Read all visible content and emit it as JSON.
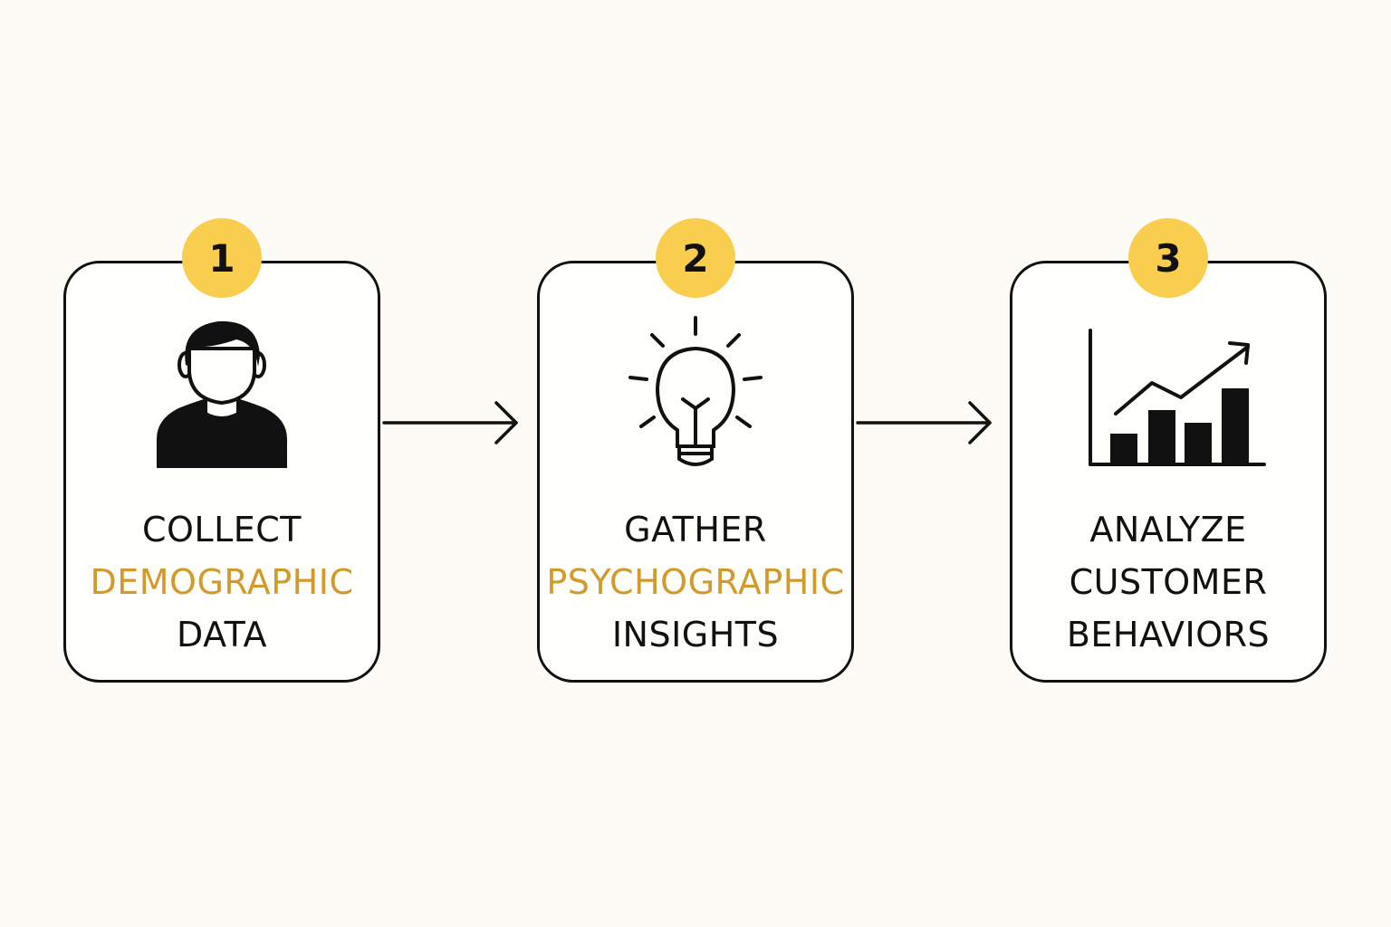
{
  "steps": [
    {
      "number": "1",
      "icon": "person-icon",
      "lines": [
        "COLLECT",
        "DEMOGRAPHIC",
        "DATA"
      ]
    },
    {
      "number": "2",
      "icon": "lightbulb-icon",
      "lines": [
        "GATHER",
        "PSYCHOGRAPHIC",
        "INSIGHTS"
      ]
    },
    {
      "number": "3",
      "icon": "bar-chart-trend-icon",
      "lines": [
        "ANALYZE",
        "CUSTOMER",
        "BEHAVIORS"
      ]
    }
  ],
  "colors": {
    "badge": "#f9cd4e",
    "accent_text": "#d29a2d",
    "stroke": "#111111",
    "background": "#fcfbf6"
  }
}
